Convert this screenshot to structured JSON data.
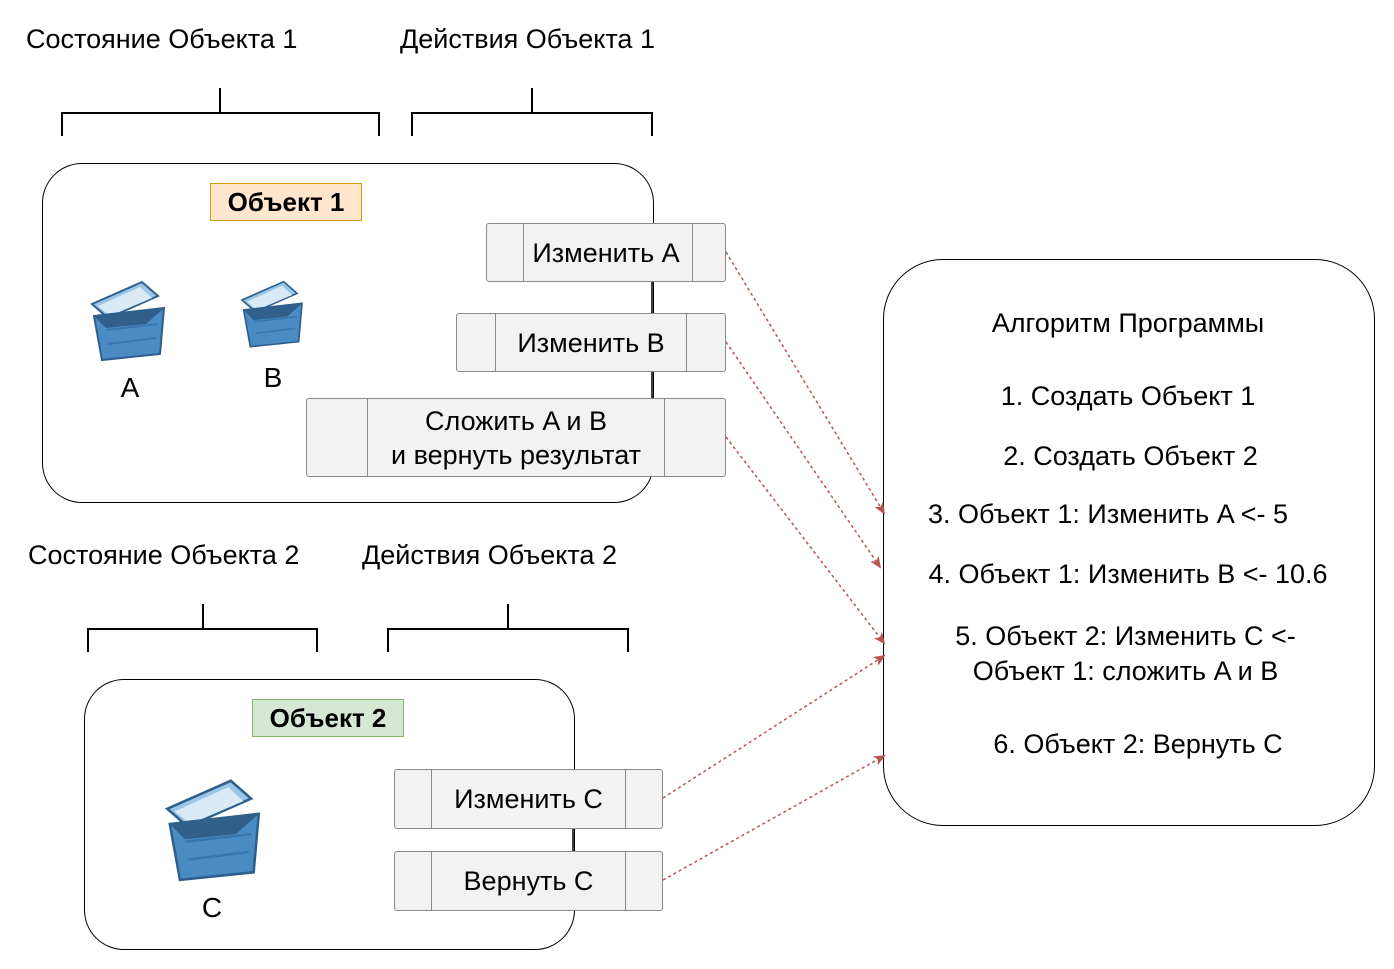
{
  "object1": {
    "state_caption": "Состояние Объекта 1",
    "actions_caption": "Действия Объекта 1",
    "title": "Объект 1",
    "variables": [
      "A",
      "B"
    ],
    "actions": [
      "Изменить A",
      "Изменить B",
      "Сложить A и B\nи вернуть результат"
    ]
  },
  "object2": {
    "state_caption": "Состояние Объекта 2",
    "actions_caption": "Действия Объекта 2",
    "title": "Объект 2",
    "variables": [
      "C"
    ],
    "actions": [
      "Изменить C",
      "Вернуть C"
    ]
  },
  "algorithm": {
    "title": "Алгоритм Программы",
    "steps": [
      "1. Создать Объект 1",
      "2. Создать Объект 2",
      "3. Объект 1: Изменить A <-  5",
      "4. Объект 1: Изменить B <-  10.6",
      "5. Объект 2: Изменить C <-\nОбъект 1: сложить A и B",
      "6. Объект 2: Вернуть C"
    ]
  },
  "colors": {
    "object1_title_fill": "#ffe6cc",
    "object1_title_border": "#d79b00",
    "object2_title_fill": "#d5e8d4",
    "object2_title_border": "#82b366",
    "arrow": "#b85450",
    "chest_blue": "#4a8bc4"
  }
}
